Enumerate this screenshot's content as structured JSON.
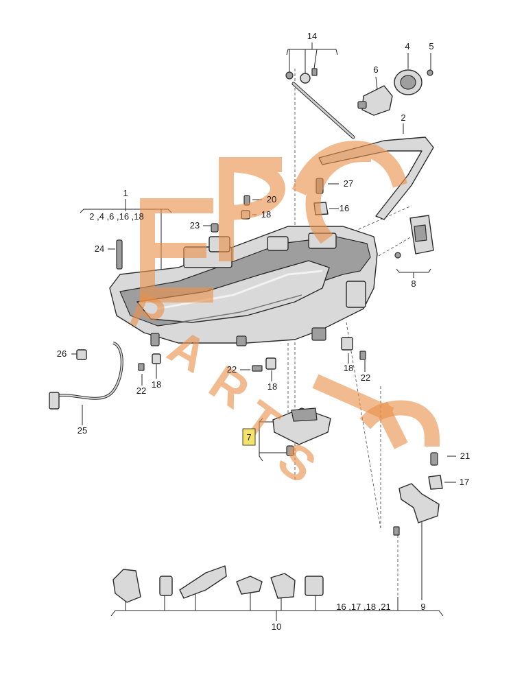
{
  "diagram": {
    "callouts": [
      {
        "id": "c14",
        "text": "14"
      },
      {
        "id": "c4",
        "text": "4"
      },
      {
        "id": "c5",
        "text": "5"
      },
      {
        "id": "c6",
        "text": "6"
      },
      {
        "id": "c2",
        "text": "2"
      },
      {
        "id": "c27",
        "text": "27"
      },
      {
        "id": "c1",
        "text": "1"
      },
      {
        "id": "c1sub",
        "text": "2 ,4 ,6 ,16 ,18"
      },
      {
        "id": "c20",
        "text": "20"
      },
      {
        "id": "c18a",
        "text": "18"
      },
      {
        "id": "c16a",
        "text": "16"
      },
      {
        "id": "c23",
        "text": "23"
      },
      {
        "id": "c24",
        "text": "24"
      },
      {
        "id": "c8",
        "text": "8"
      },
      {
        "id": "c26",
        "text": "26"
      },
      {
        "id": "c22a",
        "text": "22"
      },
      {
        "id": "c18b",
        "text": "18"
      },
      {
        "id": "c22b",
        "text": "22"
      },
      {
        "id": "c18c",
        "text": "18"
      },
      {
        "id": "c18d",
        "text": "18"
      },
      {
        "id": "c22c",
        "text": "22"
      },
      {
        "id": "c25",
        "text": "25"
      },
      {
        "id": "c7",
        "text": "7"
      },
      {
        "id": "c21",
        "text": "21"
      },
      {
        "id": "c17",
        "text": "17"
      },
      {
        "id": "c9",
        "text": "9"
      },
      {
        "id": "c10sub",
        "text": "16 ,17 ,18 ,21"
      },
      {
        "id": "c10",
        "text": "10"
      }
    ],
    "watermark": {
      "text": "EPC PARTS"
    },
    "highlight_color": "#f3e36b",
    "watermark_color": "#e8914a"
  }
}
